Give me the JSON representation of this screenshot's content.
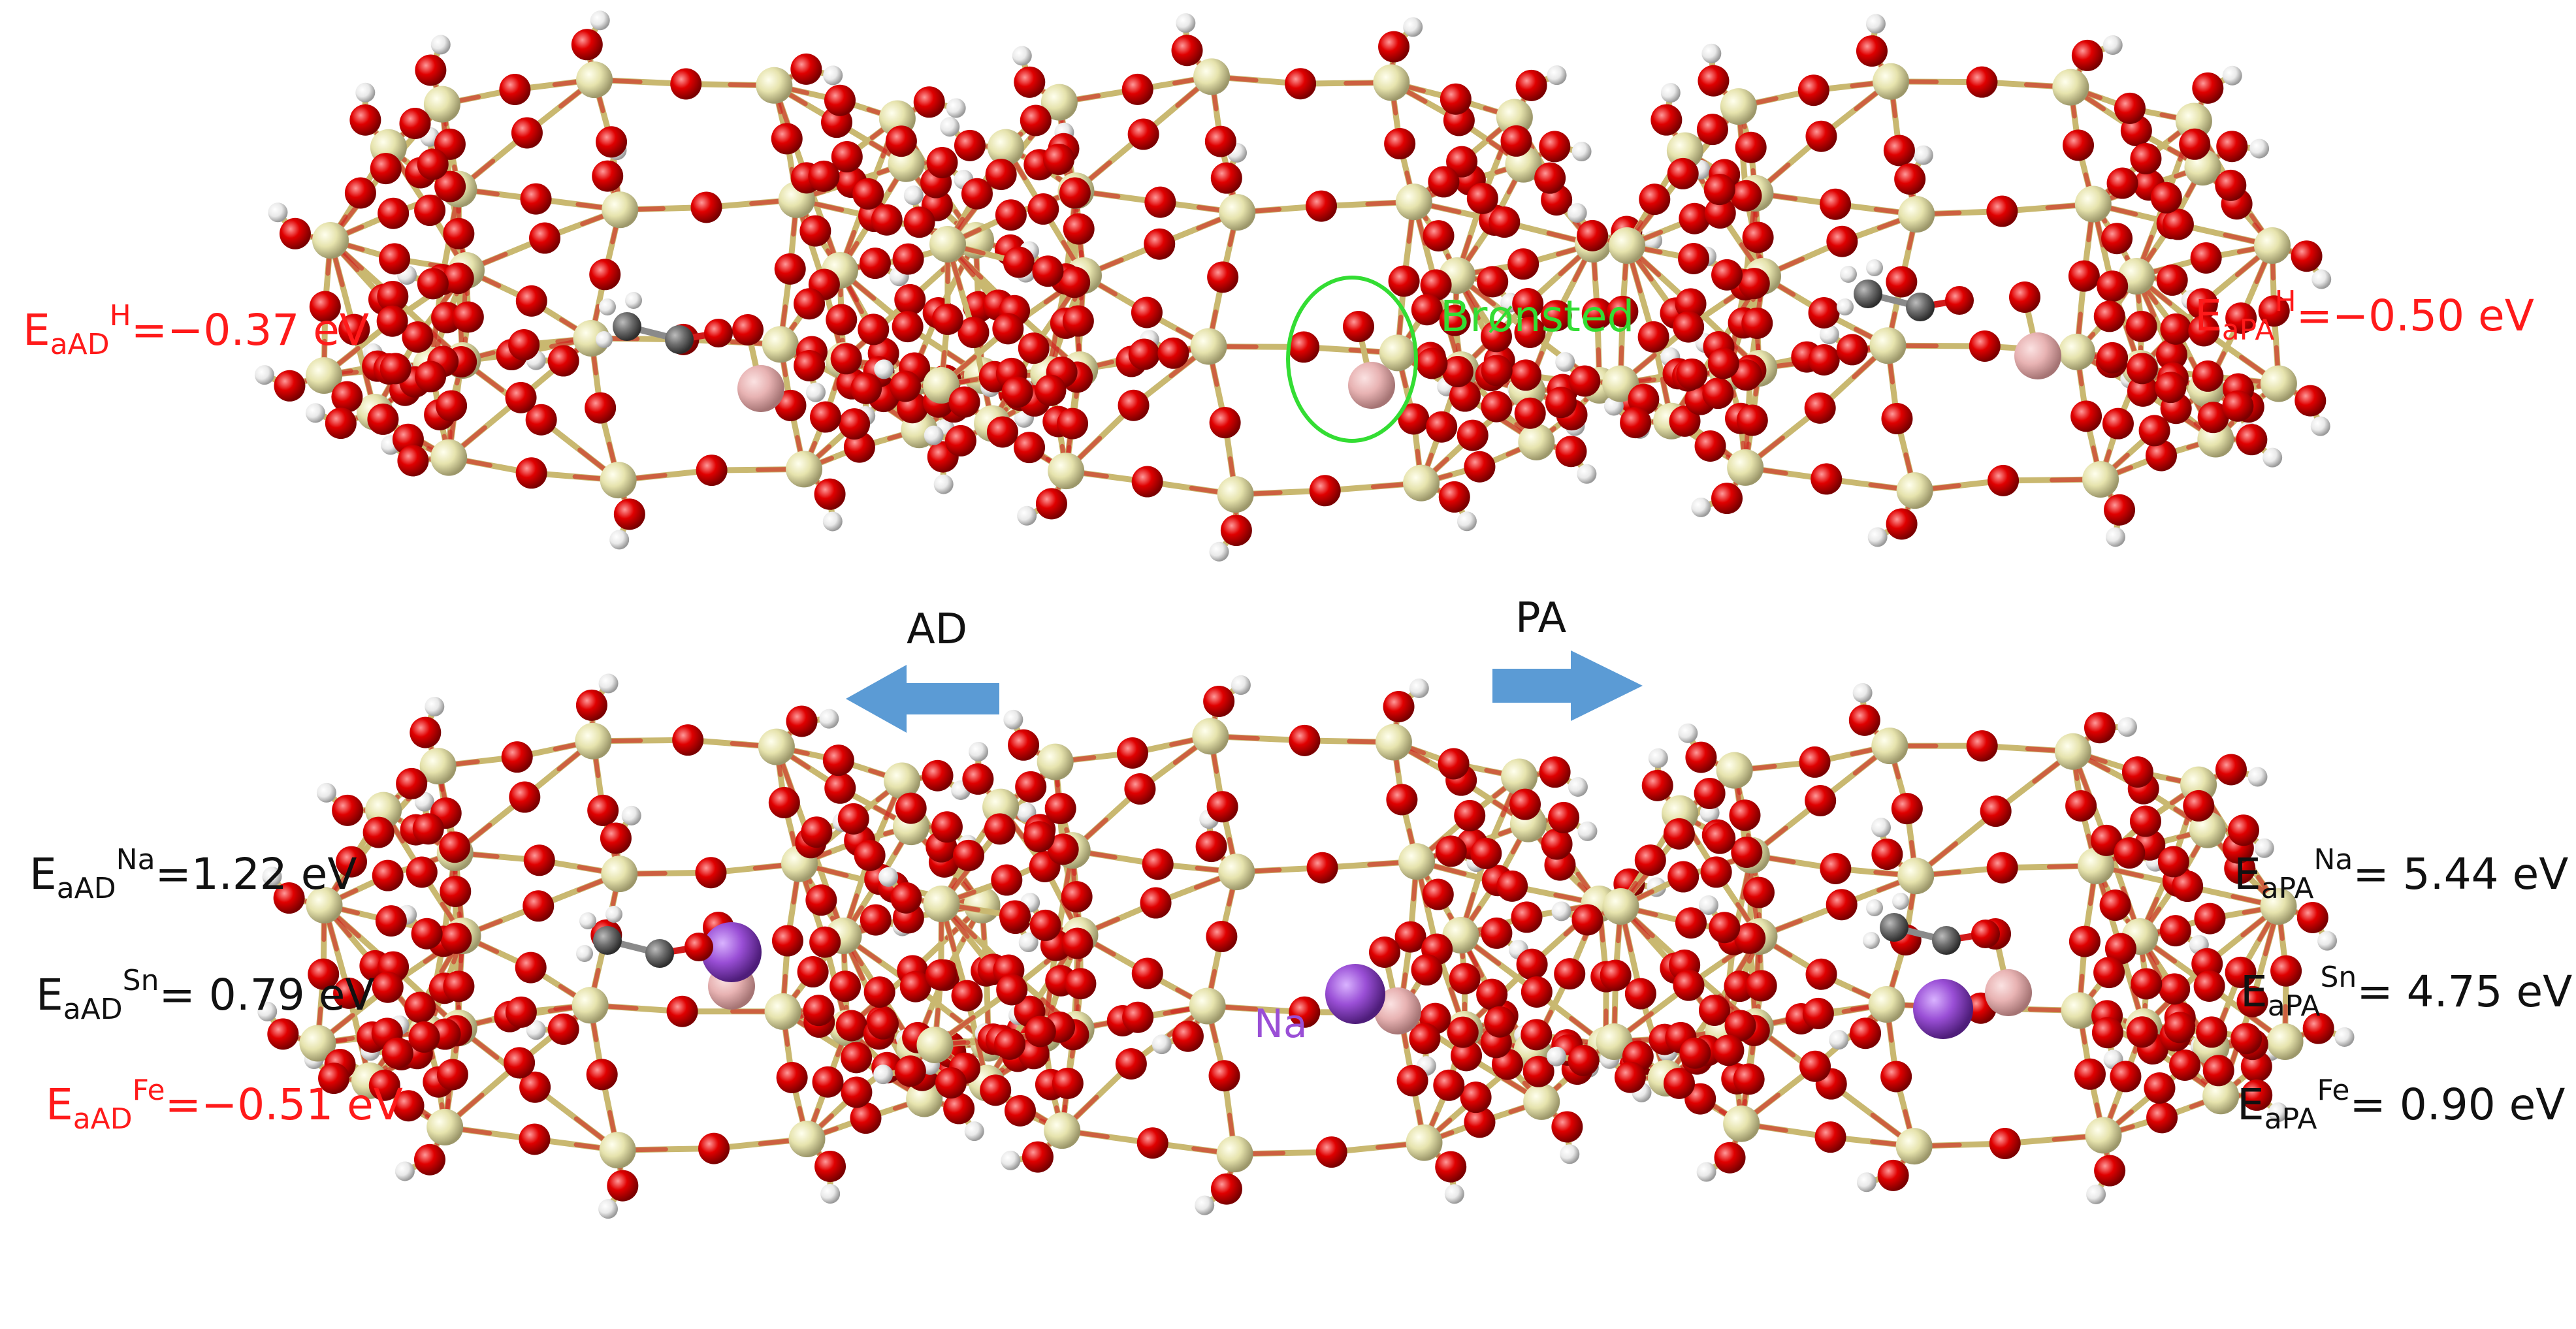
{
  "colors": {
    "oxygen": "#e00000",
    "silicon": "#e6e3ad",
    "hydrogen": "#eeeeee",
    "substitute": "#e8b3b3",
    "sodium": "#9a4fd6",
    "carbon": "#6e6e6e",
    "bond": "#c9b870",
    "arrow": "#5b9bd5",
    "negative_energy": "#ff1a1a",
    "positive_energy": "#111111",
    "bronsted": "#33dd33"
  },
  "labels": {
    "top_left": {
      "pre": "E",
      "sub": "aAD",
      "sup": "H",
      "post": "=−0.37 eV"
    },
    "top_right": {
      "pre": "E",
      "sub": "aPA",
      "sup": "H",
      "post": "=−0.50 eV"
    },
    "bronsted": "Brønsted",
    "na": "Na",
    "arrow_left": "AD",
    "arrow_right": "PA",
    "bottom_left": [
      {
        "pre": "E",
        "sub": "aAD",
        "sup": "Na",
        "post": "=1.22 eV",
        "color": "black"
      },
      {
        "pre": "E",
        "sub": "aAD",
        "sup": "Sn",
        "post": "= 0.79 eV",
        "color": "black"
      },
      {
        "pre": "E",
        "sub": "aAD",
        "sup": "Fe",
        "post": "=−0.51 eV",
        "color": "red"
      }
    ],
    "bottom_right": [
      {
        "pre": "E",
        "sub": "aPA",
        "sup": "Na",
        "post": "= 5.44 eV",
        "color": "black"
      },
      {
        "pre": "E",
        "sub": "aPA",
        "sup": "Sn",
        "post": "= 4.75 eV",
        "color": "black"
      },
      {
        "pre": "E",
        "sub": "aPA",
        "sup": "Fe",
        "post": "= 0.90 eV",
        "color": "black"
      }
    ]
  }
}
